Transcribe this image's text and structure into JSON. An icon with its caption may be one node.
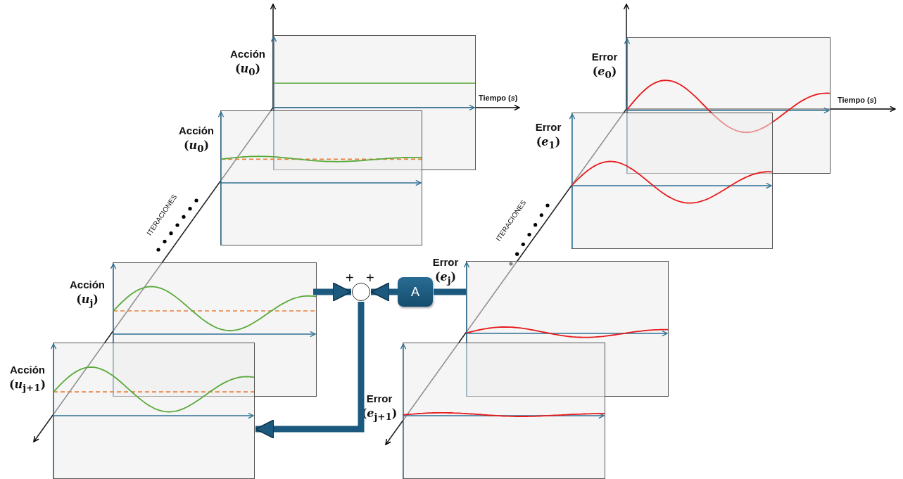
{
  "diagram": {
    "nodes": [
      {
        "text": [
          "Acción",
          "(*u*$_{0}$)"
        ]
      },
      {
        "text": [
          "Acción",
          "(*u*$_{0}$)"
        ]
      },
      {
        "text": [
          "Acción",
          "(*u*$_{j}$)"
        ]
      },
      {
        "text": [
          "Acción",
          "(*u*$_{j+1}$)"
        ]
      },
      {
        "text": [
          "Error",
          "(*e*$_{0}$)"
        ]
      },
      {
        "text": [
          "Error",
          "(*e*$_{1}$)"
        ]
      },
      {
        "text": [
          "Error",
          "(*e*$_{j}$)"
        ]
      },
      {
        "text": [
          "Error",
          "(*e*$_{j+1}$)"
        ]
      },
      {
        "text": [],
        "shape": "circle"
      },
      {
        "text": [
          "A"
        ]
      }
    ],
    "edges": [
      {
        "from": 2,
        "to": 8,
        "arrow": "to"
      },
      {
        "from": 9,
        "to": 8,
        "arrow": "to"
      },
      {
        "from": 6,
        "to": 9,
        "arrow": "none"
      },
      {
        "from": 8,
        "to": 3,
        "arrow": "to"
      }
    ],
    "labels": [
      "Tiempo (*s*)",
      "Tiempo (*s*)",
      "ITERACIONES",
      "ITERACIONES",
      "+",
      "+"
    ]
  }
}
